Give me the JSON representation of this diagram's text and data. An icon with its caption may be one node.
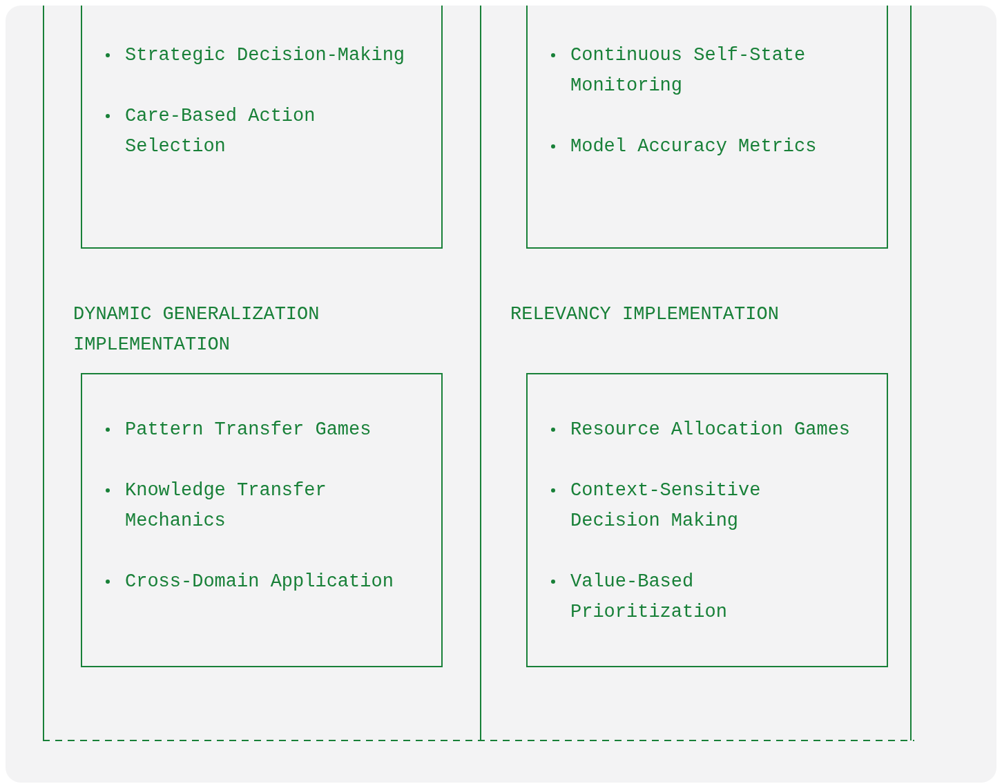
{
  "diagram": {
    "nodes": [
      {
        "text": [
          "DYNAMIC GENERALIZATION IMPLEMENTATION"
        ]
      },
      {
        "text": [
          "Strategic Decision-Making",
          "Care-Based Action Selection"
        ],
        "in": 0
      },
      {
        "text": [
          "Pattern Transfer Games",
          "Knowledge Transfer Mechanics",
          "Cross-Domain Application"
        ],
        "in": 0
      },
      {
        "text": [
          "RELEVANCY IMPLEMENTATION"
        ]
      },
      {
        "text": [
          "Continuous Self-State Monitoring",
          "Model Accuracy Metrics"
        ],
        "in": 3
      },
      {
        "text": [
          "Resource Allocation Games",
          "Context-Sensitive Decision Making",
          "Value-Based Prioritization"
        ],
        "in": 3
      }
    ],
    "edges": []
  }
}
